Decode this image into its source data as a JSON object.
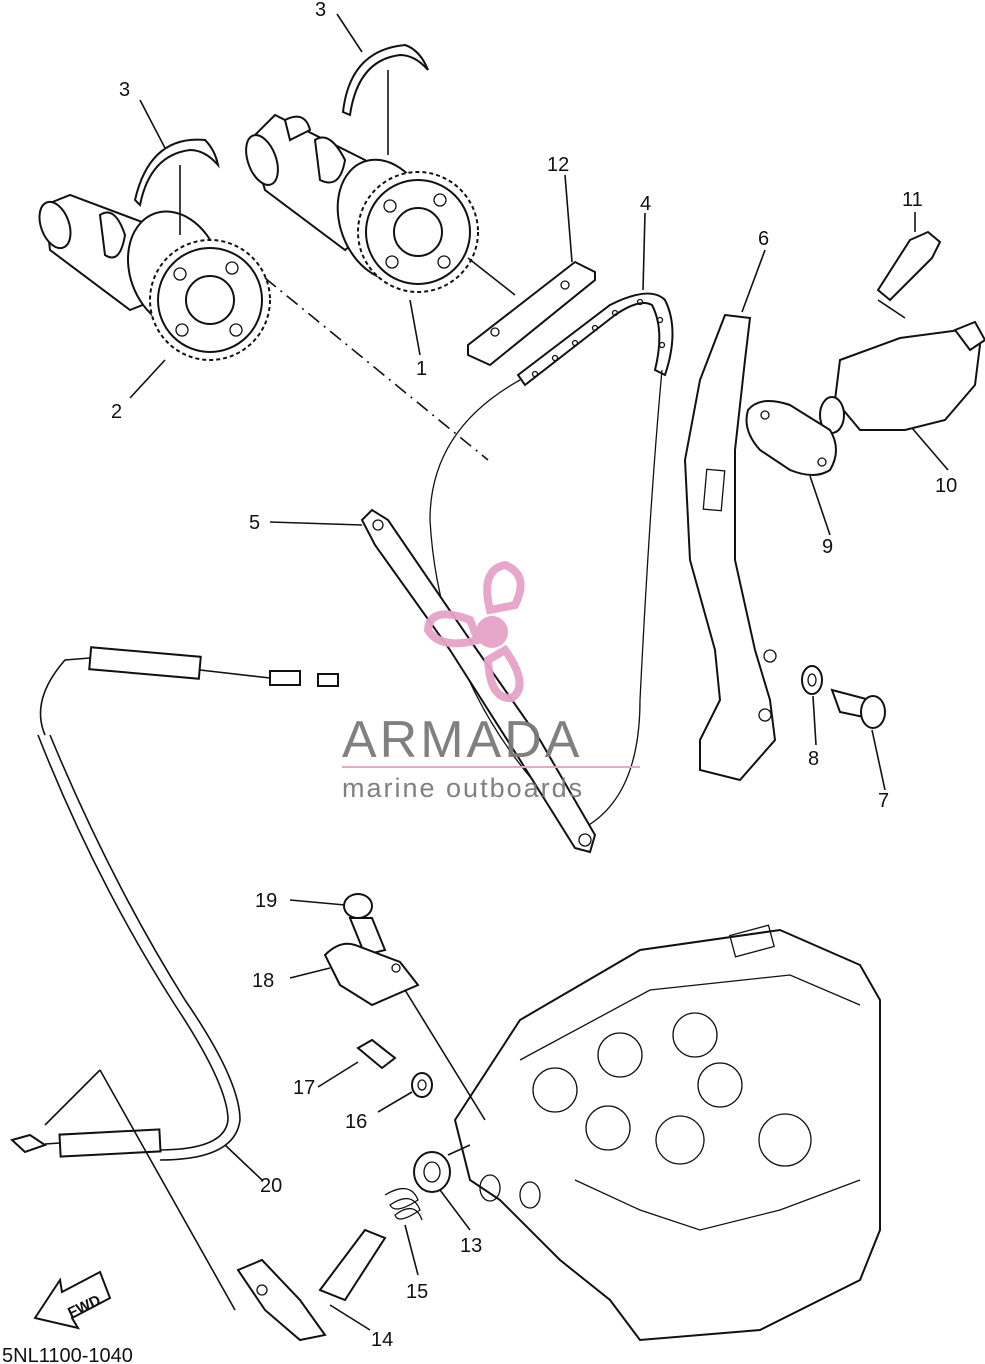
{
  "callouts": [
    {
      "id": "1",
      "text": "1"
    },
    {
      "id": "2",
      "text": "2"
    },
    {
      "id": "3a",
      "text": "3"
    },
    {
      "id": "3b",
      "text": "3"
    },
    {
      "id": "4",
      "text": "4"
    },
    {
      "id": "5",
      "text": "5"
    },
    {
      "id": "6",
      "text": "6"
    },
    {
      "id": "7",
      "text": "7"
    },
    {
      "id": "8",
      "text": "8"
    },
    {
      "id": "9",
      "text": "9"
    },
    {
      "id": "10",
      "text": "10"
    },
    {
      "id": "11",
      "text": "11"
    },
    {
      "id": "12",
      "text": "12"
    },
    {
      "id": "13",
      "text": "13"
    },
    {
      "id": "14",
      "text": "14"
    },
    {
      "id": "15",
      "text": "15"
    },
    {
      "id": "16",
      "text": "16"
    },
    {
      "id": "17",
      "text": "17"
    },
    {
      "id": "18",
      "text": "18"
    },
    {
      "id": "19",
      "text": "19"
    },
    {
      "id": "20",
      "text": "20"
    }
  ],
  "watermark": {
    "brand": "ARMADA",
    "tagline": "marine outboards",
    "color": "#e6a3c8"
  },
  "fwd_label": "FWD",
  "footer_code": "5NL1100-1040"
}
